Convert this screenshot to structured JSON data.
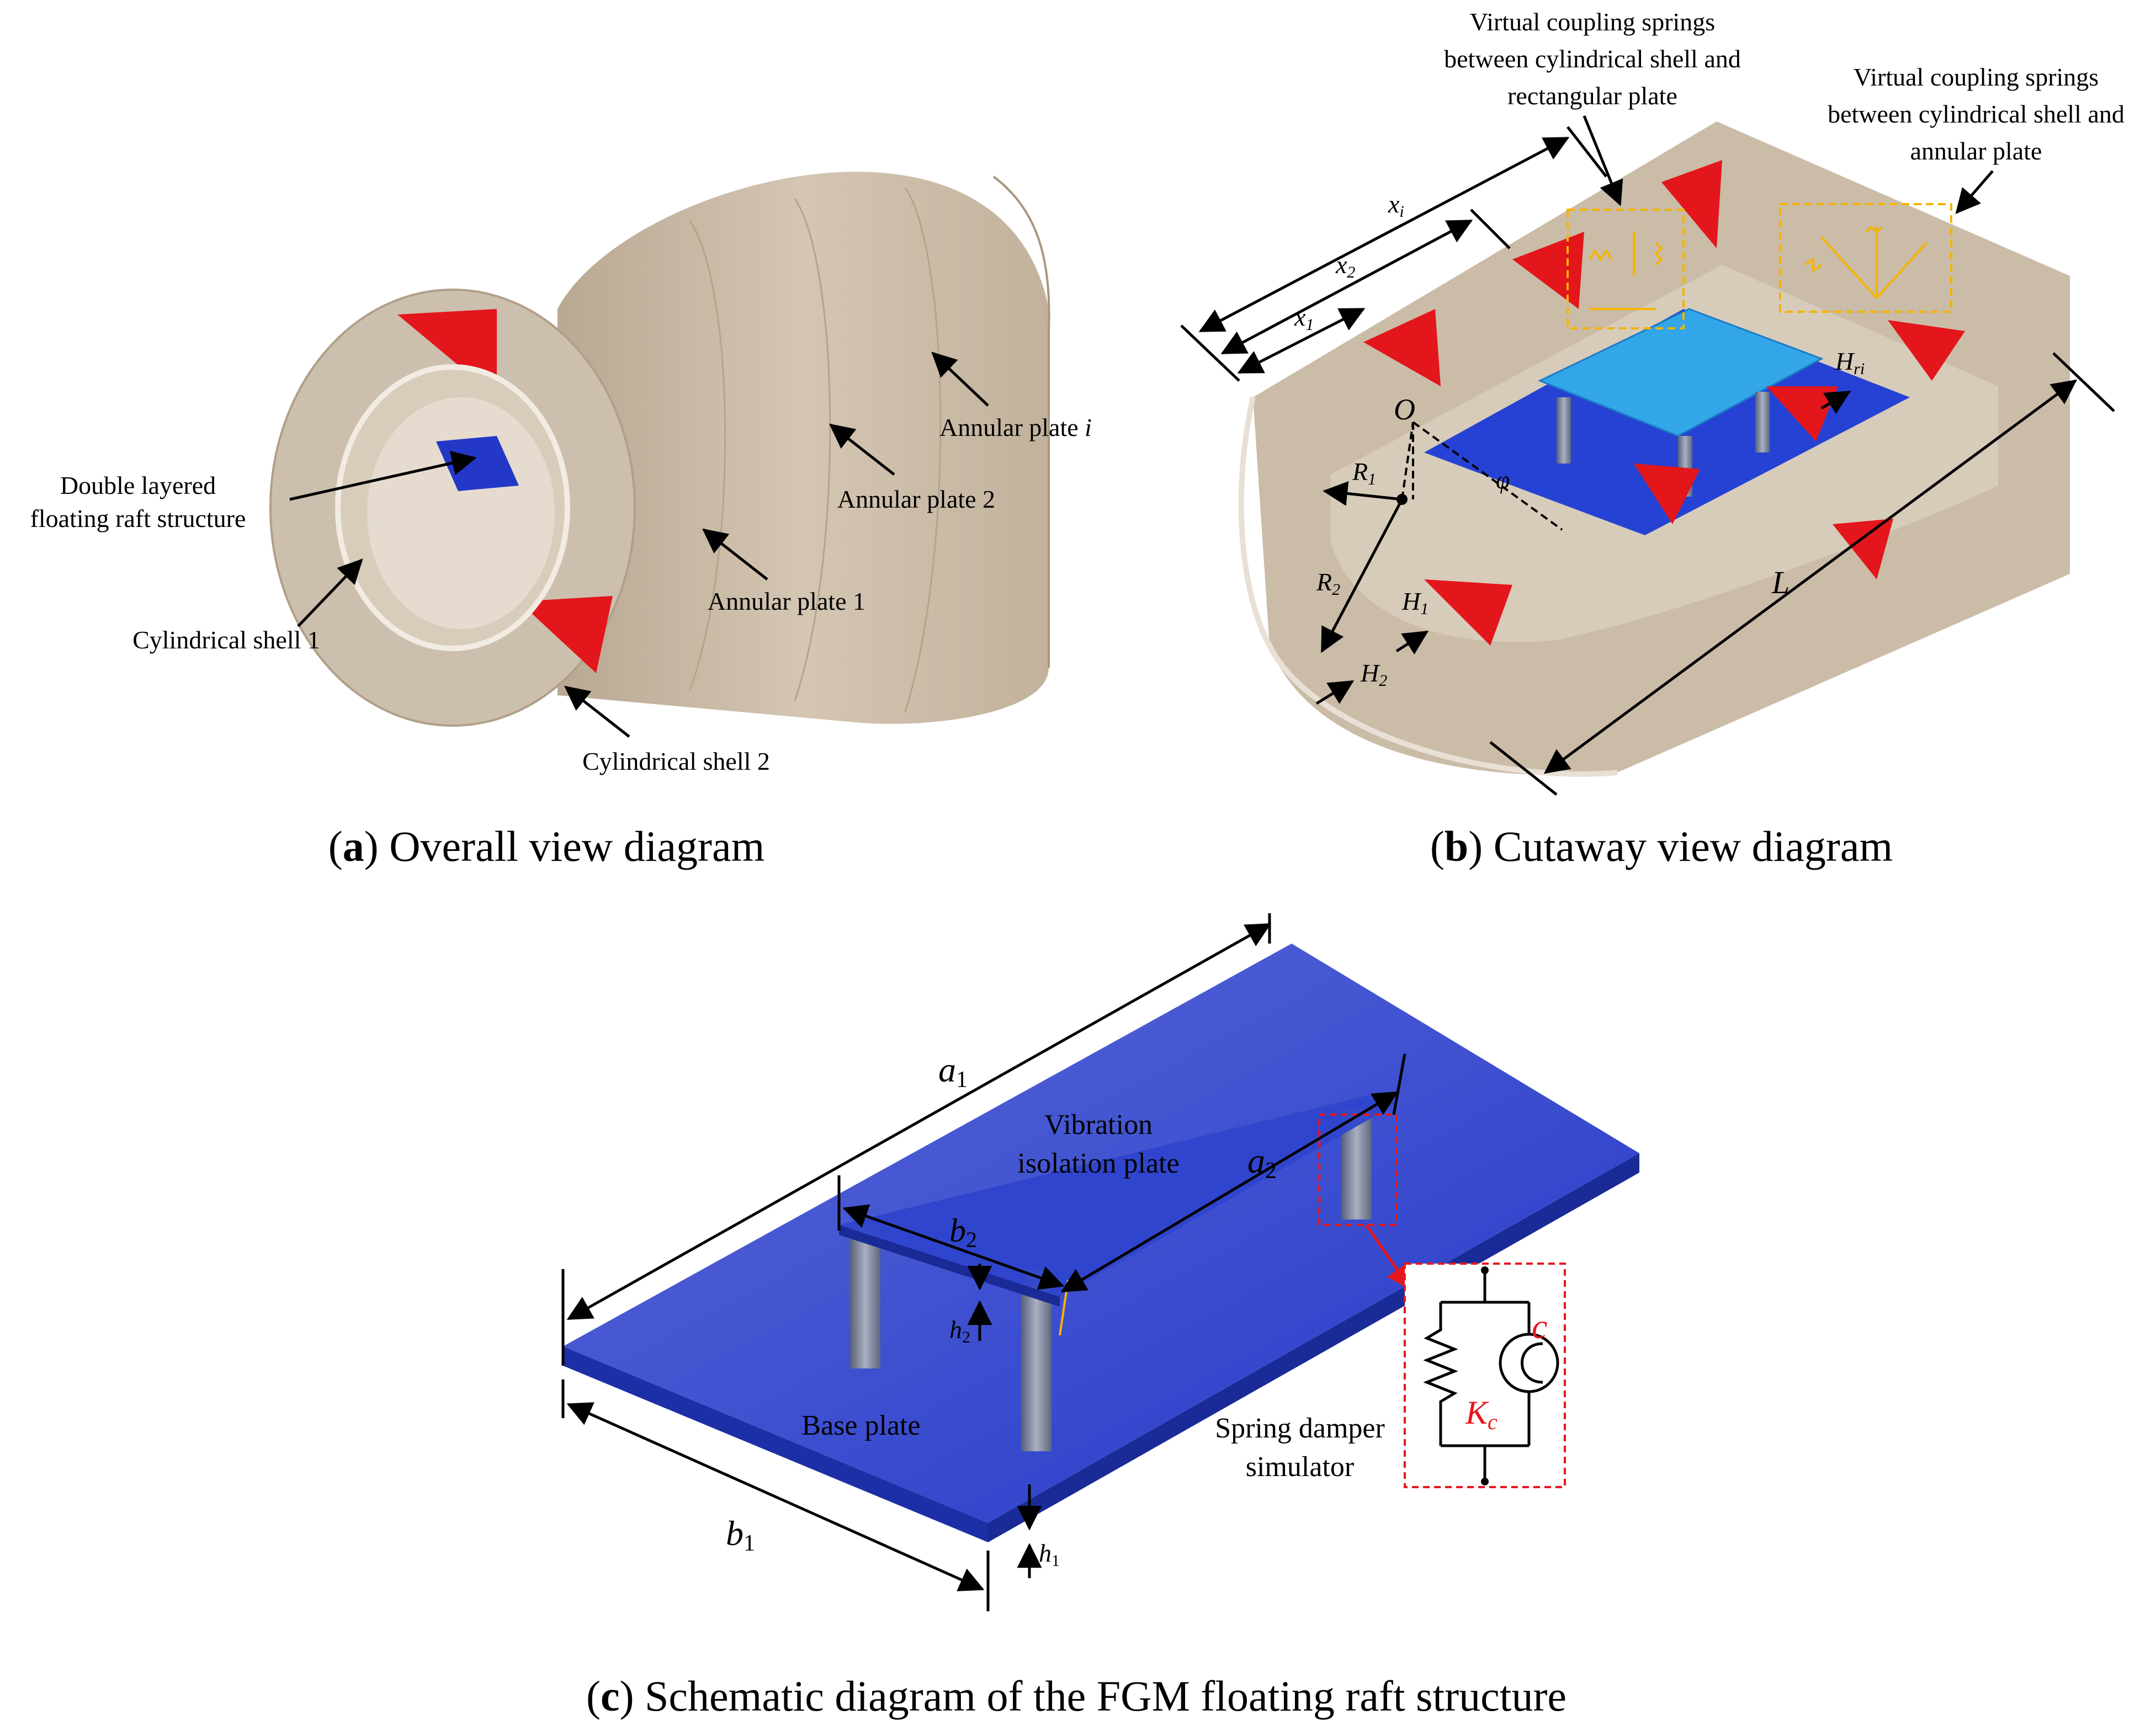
{
  "panel_a": {
    "caption_letter": "a",
    "caption_text": "Overall view diagram",
    "labels": {
      "raft_line1": "Double layered",
      "raft_line2": "floating raft structure",
      "shell1": "Cylindrical shell 1",
      "shell2": "Cylindrical shell 2",
      "plate1": "Annular plate 1",
      "plate2": "Annular plate 2",
      "plate_i_prefix": "Annular plate ",
      "plate_i_index": "i"
    }
  },
  "panel_b": {
    "caption_letter": "b",
    "caption_text": "Cutaway view diagram",
    "labels": {
      "rect_l1": "Virtual coupling springs",
      "rect_l2": "between cylindrical shell and",
      "rect_l3": "rectangular plate",
      "ann_l1": "Virtual coupling springs",
      "ann_l2": "between cylindrical shell and",
      "ann_l3": "annular plate"
    },
    "symbols": {
      "xi": "x",
      "xi_sub": "i",
      "x2": "x",
      "x2_sub": "2",
      "x1": "x",
      "x1_sub": "1",
      "O": "O",
      "R1": "R",
      "R1_sub": "1",
      "R2": "R",
      "R2_sub": "2",
      "phi": "φ",
      "H1": "H",
      "H1_sub": "1",
      "H2": "H",
      "H2_sub": "2",
      "Hri": "H",
      "Hri_sub": "ri",
      "L": "L"
    }
  },
  "panel_c": {
    "caption_letter": "c",
    "caption_text": "Schematic diagram of the FGM floating raft structure",
    "labels": {
      "iso_l1": "Vibration",
      "iso_l2": "isolation plate",
      "base": "Base plate",
      "sim_l1": "Spring damper",
      "sim_l2": "simulator"
    },
    "symbols": {
      "a1": "a",
      "a1_sub": "1",
      "a2": "a",
      "a2_sub": "2",
      "b1": "b",
      "b1_sub": "1",
      "b2": "b",
      "b2_sub": "2",
      "h1": "h",
      "h1_sub": "1",
      "h2": "h",
      "h2_sub": "2",
      "c": "c",
      "Kc": "K",
      "Kc_sub": "c"
    }
  },
  "colors": {
    "shell": "#c9b9a4",
    "coupling_red": "#e3161b",
    "raft_blue": "#2b46d6",
    "plate_cyan": "#2aa0e6",
    "spring_gold": "#f4b400",
    "simulator_red": "#e8161c"
  }
}
